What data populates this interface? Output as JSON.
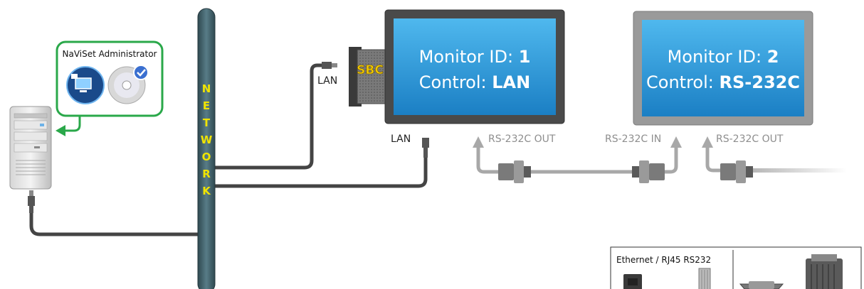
{
  "server": {
    "admin_label": "NaViSet Administrator"
  },
  "network": {
    "letters": [
      "N",
      "E",
      "T",
      "W",
      "O",
      "R",
      "K"
    ]
  },
  "monitor1": {
    "id_prefix": "Monitor ID:",
    "id_value": "1",
    "control_prefix": "Control:",
    "control_value": "LAN",
    "sbc_label": "SBC"
  },
  "monitor2": {
    "id_prefix": "Monitor ID:",
    "id_value": "2",
    "control_prefix": "Control:",
    "control_value": "RS-232C"
  },
  "labels": {
    "lan_sbc": "LAN",
    "lan_monitor": "LAN",
    "rs232_out_1": "RS-232C OUT",
    "rs232_in_2": "RS-232C IN",
    "rs232_out_2": "RS-232C OUT"
  },
  "legend": {
    "title": "Ethernet / RJ45 RS232"
  },
  "colors": {
    "monitor_screen": "#2f9fe0",
    "monitor_bezel": "#4a4a4a",
    "network_pole": "#3f5c66",
    "network_text": "#f0e400",
    "sbc_label": "#f0c800",
    "green_frame": "#2aa84a",
    "gray_arrow": "#a8a8a8",
    "cable_dark": "#444444"
  }
}
